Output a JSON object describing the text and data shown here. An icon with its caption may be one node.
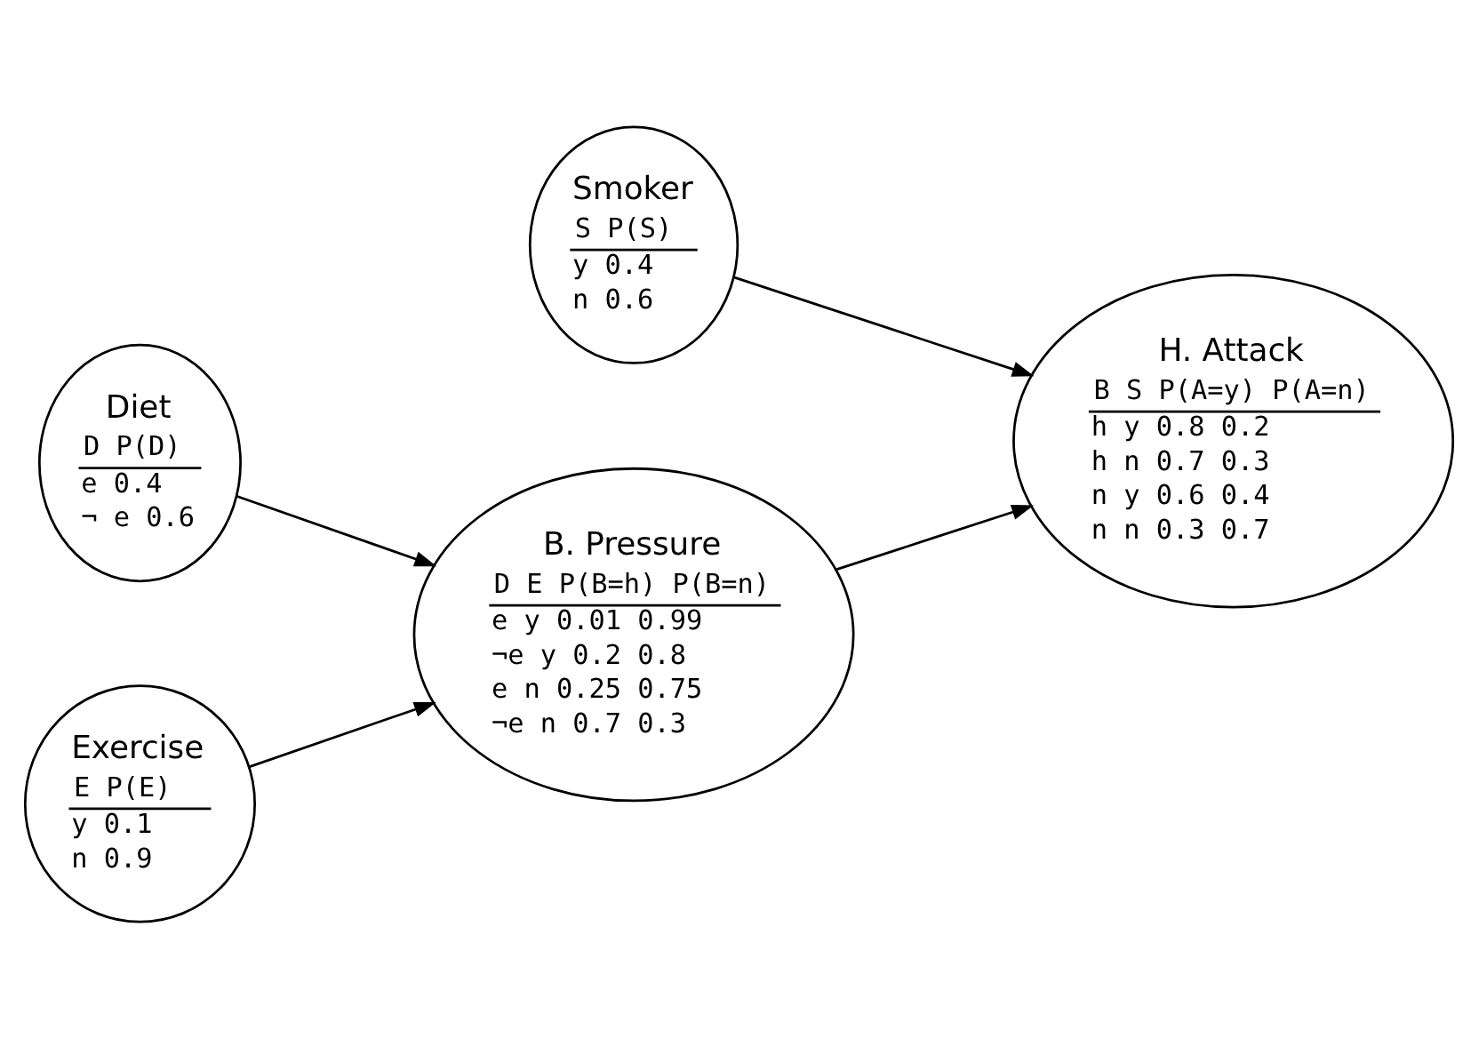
{
  "diagram": {
    "nodes": [
      {
        "text": [
          "Smoker",
          "S P(S)",
          "y 0.4",
          "n 0.6"
        ]
      },
      {
        "text": [
          "H. Attack",
          "B S P(A=y) P(A=n)",
          "h y 0.8 0.2",
          "h n 0.7 0.3",
          "n y 0.6 0.4",
          "n n 0.3 0.7"
        ]
      },
      {
        "text": [
          "Diet",
          "D P(D)",
          "e 0.4",
          "¬ e 0.6"
        ]
      },
      {
        "text": [
          "B. Pressure",
          "D E P(B=h) P(B=n)",
          "e y 0.01 0.99",
          "¬e y 0.2 0.8",
          "e n 0.25 0.75",
          "¬e n 0.7 0.3"
        ]
      },
      {
        "text": [
          "Exercise",
          "E P(E)",
          "y 0.1",
          "n 0.9"
        ]
      }
    ],
    "edges": [
      {
        "from": 0,
        "to": 1,
        "arrow": "to"
      },
      {
        "from": 2,
        "to": 3,
        "arrow": "to"
      },
      {
        "from": 4,
        "to": 3,
        "arrow": "to"
      },
      {
        "from": 3,
        "to": 1,
        "arrow": "to"
      }
    ]
  }
}
